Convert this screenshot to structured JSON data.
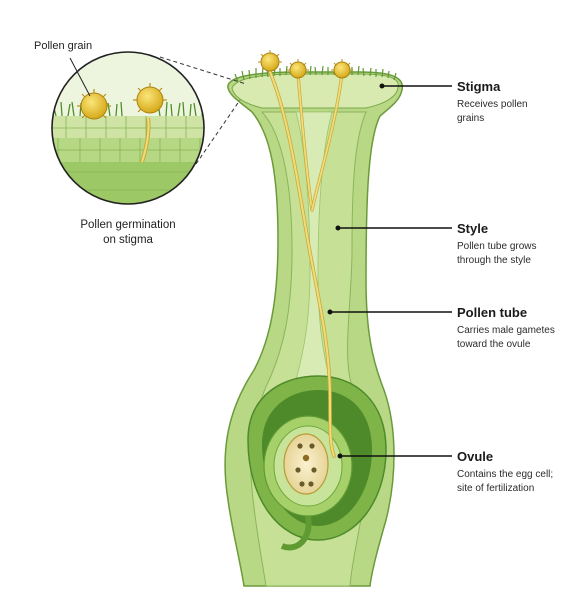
{
  "labels": {
    "pollen_grain": "Pollen grain",
    "inset_caption_line1": "Pollen germination",
    "inset_caption_line2": "on stigma",
    "stigma": {
      "title": "Stigma",
      "desc_line1": "Receives pollen",
      "desc_line2": "grains"
    },
    "style": {
      "title": "Style",
      "desc_line1": "Pollen tube grows",
      "desc_line2": "through the style"
    },
    "pollen_tube": {
      "title": "Pollen tube",
      "desc_line1": "Carries male gametes",
      "desc_line2": "toward the ovule"
    },
    "ovule": {
      "title": "Ovule",
      "desc_line1": "Contains the egg cell;",
      "desc_line2": "site of fertilization"
    }
  },
  "colors": {
    "tissue_light": "#cfe3a4",
    "tissue_mid": "#a9cf6e",
    "tissue_dark": "#6fa63c",
    "tissue_deep": "#4f8a2a",
    "pollen": "#e8c32b",
    "pollen_tube": "#e6cf6a",
    "ovule_core": "#f3e6b4",
    "leader": "#111111"
  }
}
